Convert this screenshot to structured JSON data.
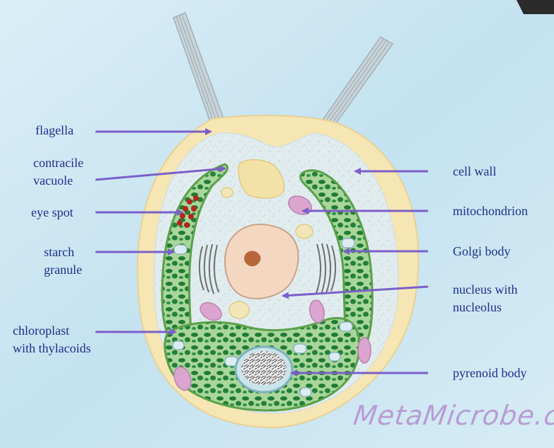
{
  "labels": {
    "flagella": "flagella",
    "contractile_line1": "contracile",
    "contractile_line2": "vacuole",
    "eye_spot": "eye spot",
    "starch_line1": "starch",
    "starch_line2": "granule",
    "chloroplast_line1": "chloroplast",
    "chloroplast_line2": "with thylacoids",
    "cell_wall": "cell wall",
    "mitochondrion": "mitochondrion",
    "golgi": "Golgi body",
    "nucleus_line1": "nucleus with",
    "nucleus_line2": "nucleolus",
    "pyrenoid": "pyrenoid body"
  },
  "watermark": "MetaMicrobe.com",
  "colors": {
    "label_text": "#1f2d8a",
    "arrow": "#7b5fc9",
    "cell_wall": "#f6e6b4",
    "cytoplasm": "#e2edf1",
    "chloroplast": "#2e8a3e",
    "watermark": "#b48fcf"
  }
}
